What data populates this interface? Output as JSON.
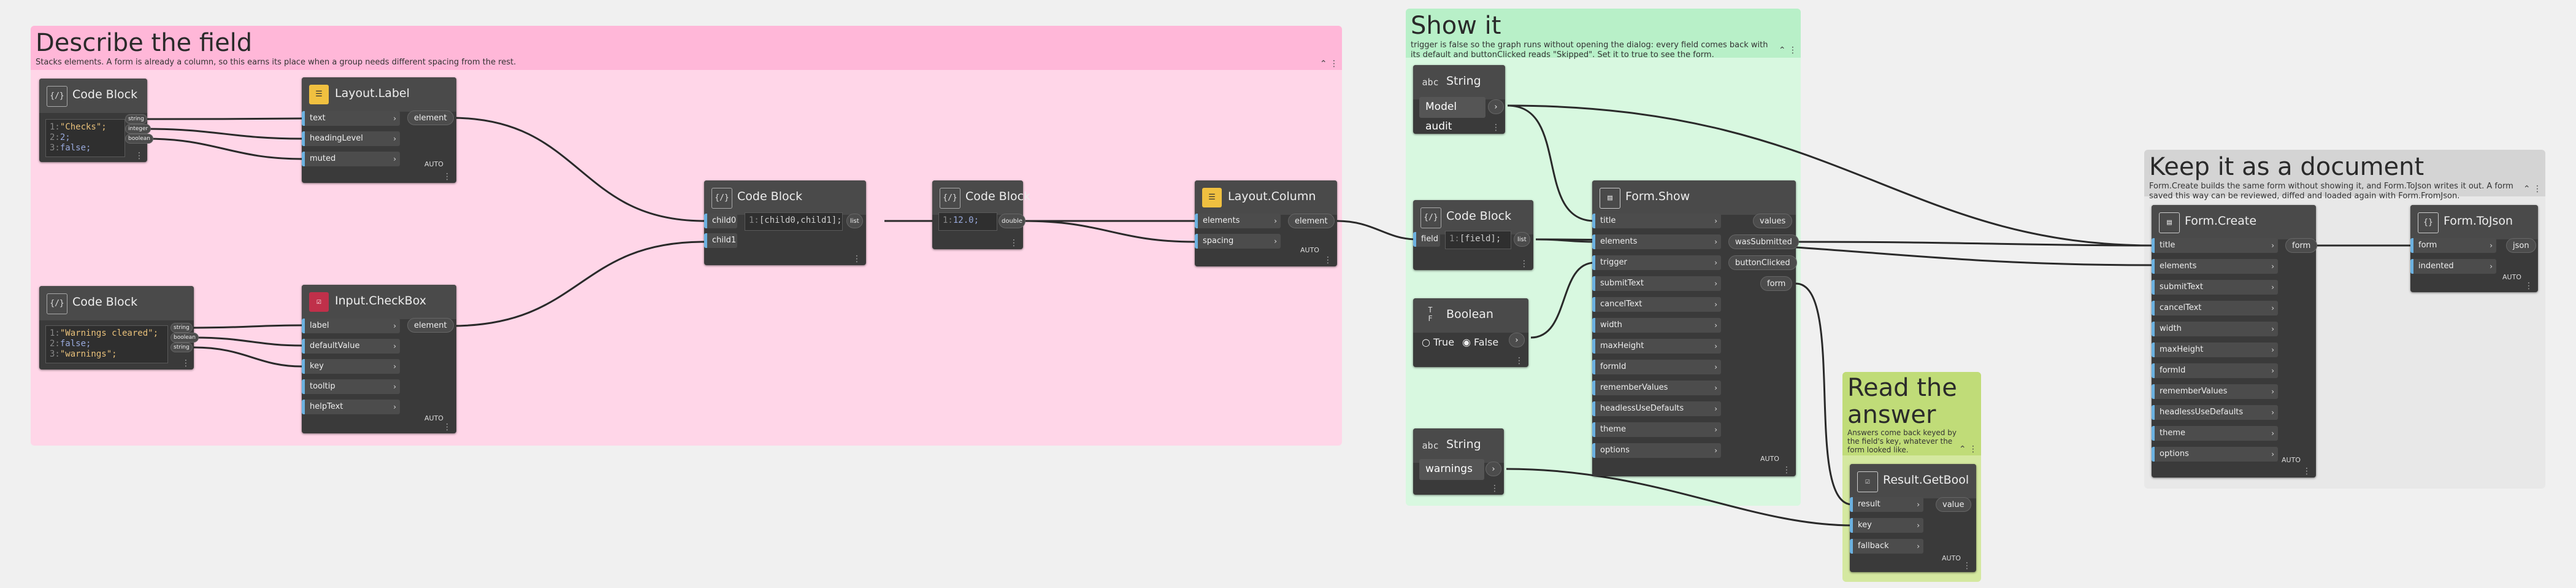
{
  "groups": {
    "describe": {
      "title": "Describe the field",
      "desc": "Stacks elements. A form is already a column, so this earns its place when a group needs different spacing from the rest.",
      "color": "#ffd6e8",
      "head": "#ffb7d8"
    },
    "show": {
      "title": "Show it",
      "desc": "trigger is false so the graph runs without opening the dialog: every field comes back with its default and buttonClicked reads \"Skipped\". Set it to true to see the form.",
      "color": "#d8f8e0",
      "head": "#b8f0c8"
    },
    "read": {
      "title": "Read the answer",
      "desc": "Answers come back keyed by the field's key, whatever the form looked like.",
      "color": "#d4e8a0",
      "head": "#c0dc78"
    },
    "keep": {
      "title": "Keep it as a document",
      "desc": "Form.Create builds the same form without showing it, and Form.ToJson writes it out. A form saved this way can be reviewed, diffed and loaded again with Form.FromJson.",
      "color": "#e8e8e8",
      "head": "#d4d4d4"
    }
  },
  "icons": {
    "code": "code-block-icon",
    "layout": "layout-icon",
    "check": "checkbox-icon",
    "string": "string-icon",
    "bool": "boolean-icon",
    "form": "form-icon",
    "json": "json-icon"
  },
  "nodes": {
    "cb1": {
      "title": "Code Block",
      "lines": [
        "\"Checks\";",
        "2;",
        "false;"
      ],
      "outs": [
        "string",
        "integer",
        "boolean"
      ]
    },
    "label": {
      "title": "Layout.Label",
      "ins": [
        "text",
        "headingLevel",
        "muted"
      ],
      "out": "element",
      "auto": "AUTO"
    },
    "cb2": {
      "title": "Code Block",
      "lines": [
        "\"Warnings cleared\";",
        "false;",
        "\"warnings\";"
      ],
      "outs": [
        "string",
        "boolean",
        "string"
      ]
    },
    "checkbox": {
      "title": "Input.CheckBox",
      "ins": [
        "label",
        "defaultValue",
        "key",
        "tooltip",
        "helpText"
      ],
      "out": "element",
      "auto": "AUTO"
    },
    "cb3": {
      "title": "Code Block",
      "ins": [
        "child0",
        "child1"
      ],
      "line": "[child0,child1];",
      "out": "list"
    },
    "cb4": {
      "title": "Code Block",
      "line": "12.0;",
      "out": "double"
    },
    "column": {
      "title": "Layout.Column",
      "ins": [
        "elements",
        "spacing"
      ],
      "out": "element",
      "auto": "AUTO"
    },
    "str1": {
      "title": "String",
      "value": "Model audit"
    },
    "cb5": {
      "title": "Code Block",
      "ins": [
        "field"
      ],
      "line": "[field];",
      "out": "list"
    },
    "bool": {
      "title": "Boolean",
      "true_label": "True",
      "false_label": "False"
    },
    "str2": {
      "title": "String",
      "value": "warnings"
    },
    "show": {
      "title": "Form.Show",
      "ins": [
        "title",
        "elements",
        "trigger",
        "submitText",
        "cancelText",
        "width",
        "maxHeight",
        "formId",
        "rememberValues",
        "headlessUseDefaults",
        "theme",
        "options"
      ],
      "outs": [
        "values",
        "wasSubmitted",
        "buttonClicked",
        "form"
      ],
      "auto": "AUTO"
    },
    "result": {
      "title": "Result.GetBool",
      "ins": [
        "result",
        "key",
        "fallback"
      ],
      "out": "value",
      "auto": "AUTO"
    },
    "create": {
      "title": "Form.Create",
      "ins": [
        "title",
        "elements",
        "submitText",
        "cancelText",
        "width",
        "maxHeight",
        "formId",
        "rememberValues",
        "headlessUseDefaults",
        "theme",
        "options"
      ],
      "out": "form",
      "auto": "AUTO"
    },
    "tojson": {
      "title": "Form.ToJson",
      "ins": [
        "form",
        "indented"
      ],
      "out": "json",
      "auto": "AUTO"
    }
  }
}
